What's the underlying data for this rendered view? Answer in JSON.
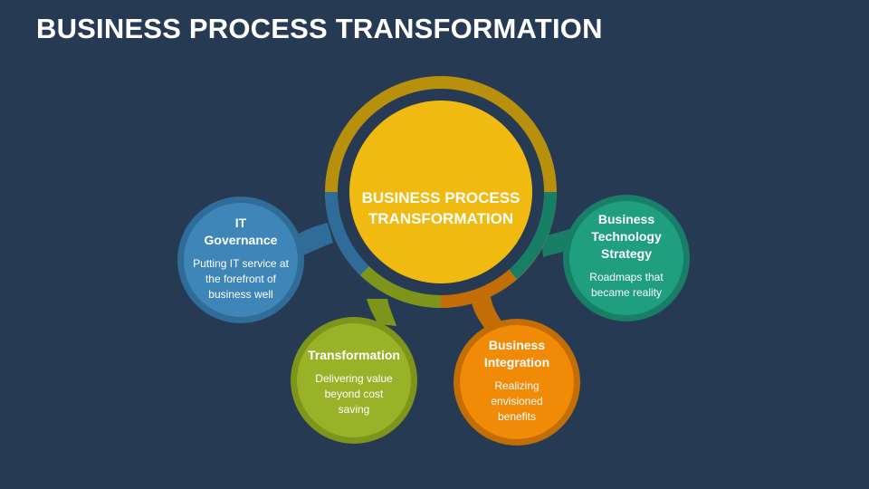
{
  "title": "BUSINESS PROCESS TRANSFORMATION",
  "center": {
    "label": "BUSINESS PROCESS\nTRANSFORMATION",
    "color": "#f0ba10",
    "ring_color": "#b8900c"
  },
  "nodes": [
    {
      "id": "it-governance",
      "heading": "IT\nGovernance",
      "description": "Putting IT service at\nthe forefront of\nbusiness well",
      "color": "#3f86b8",
      "ring_color": "#2f6c98"
    },
    {
      "id": "transformation",
      "heading": "Transformation",
      "description": "Delivering value\nbeyond cost\nsaving",
      "color": "#9ab227",
      "ring_color": "#7e951b"
    },
    {
      "id": "business-integration",
      "heading": "Business\nIntegration",
      "description": "Realizing\nenvisioned\nbenefits",
      "color": "#f18a07",
      "ring_color": "#c26e05"
    },
    {
      "id": "business-technology-strategy",
      "heading": "Business\nTechnology\nStrategy",
      "description": "Roadmaps that\nbecame reality",
      "color": "#1f9e80",
      "ring_color": "#187e66"
    }
  ]
}
